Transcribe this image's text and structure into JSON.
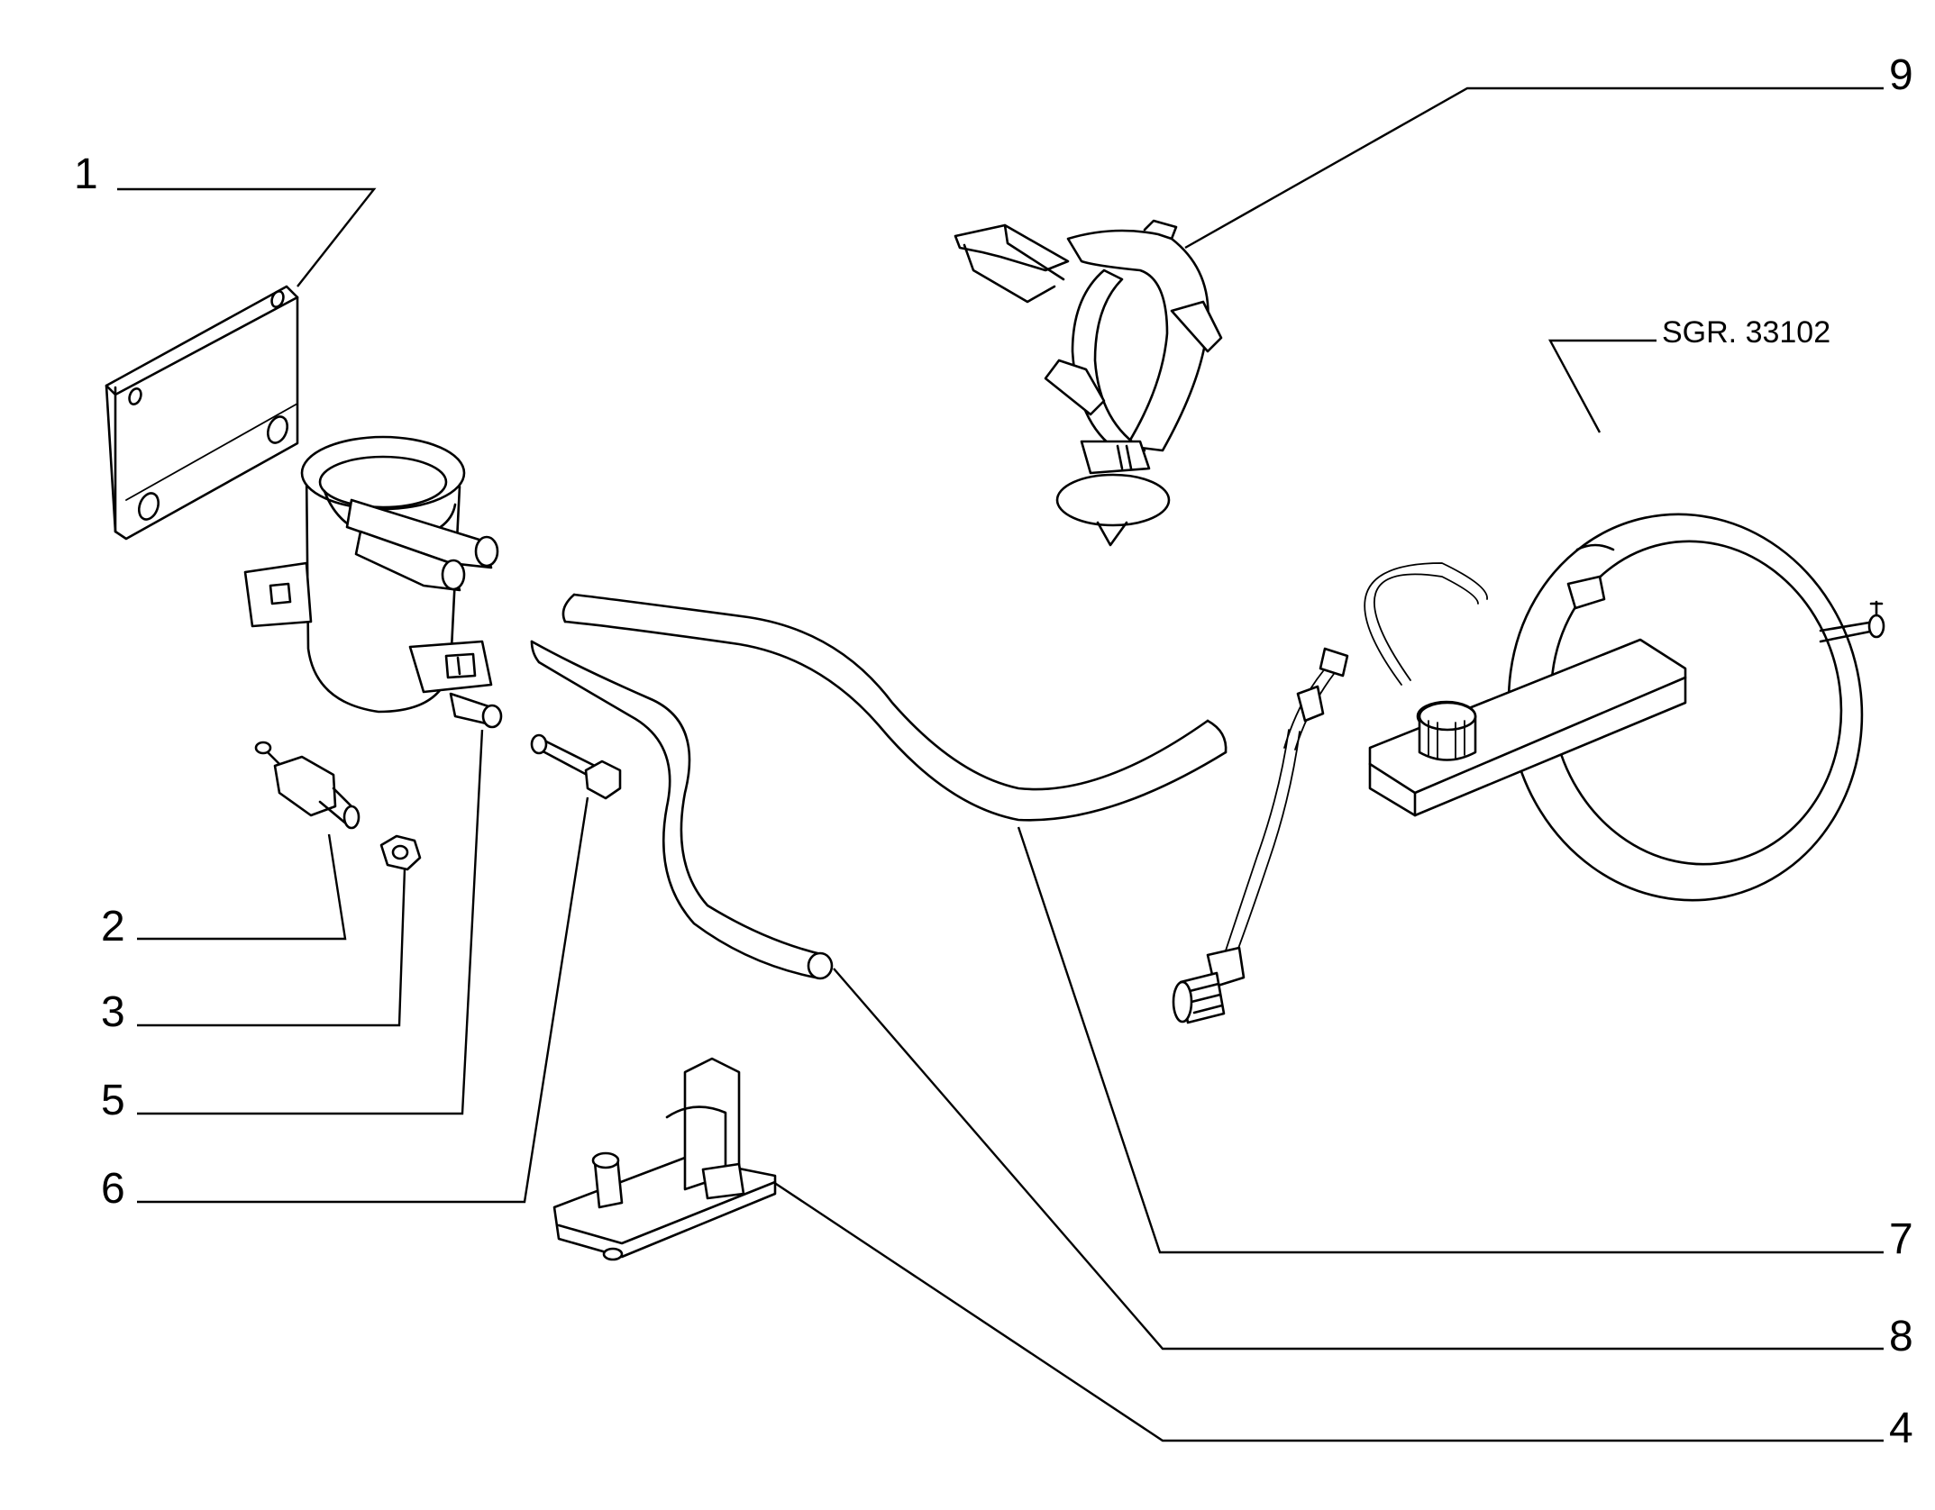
{
  "callouts": {
    "c1": "1",
    "c2": "2",
    "c3": "3",
    "c4": "4",
    "c5": "5",
    "c6": "6",
    "c7": "7",
    "c8": "8",
    "c9": "9",
    "ref": "SGR. 33102"
  },
  "colors": {
    "line": "#000000",
    "background": "#ffffff"
  }
}
